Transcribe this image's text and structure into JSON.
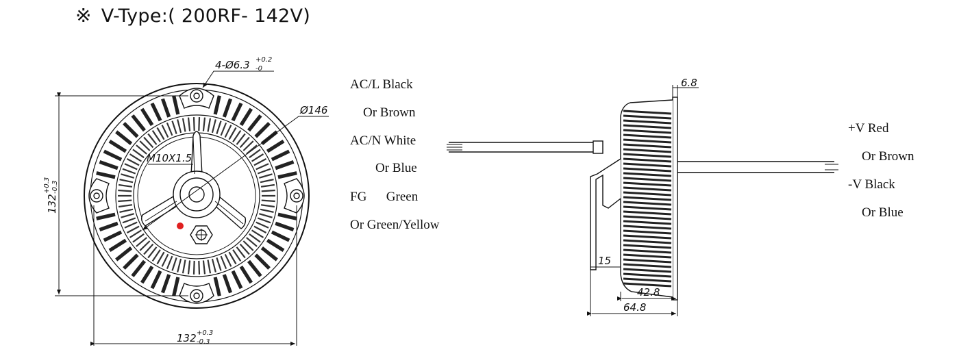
{
  "heading": {
    "mark": "※",
    "title": "V-Type:( 200RF- 142V)"
  },
  "front_view": {
    "hole_callout_main": "4-Ø6.3",
    "hole_callout_tol_upper": "+0.2",
    "hole_callout_tol_lower": "-0",
    "diameter_callout": "Ø146",
    "thread_callout": "M10X1.5",
    "width_dim": "132",
    "width_tol_upper": "+0.3",
    "width_tol_lower": "-0.3",
    "height_dim": "132",
    "height_tol_upper": "+0.3",
    "height_tol_lower": "-0.3",
    "indicator_color": "#e02020"
  },
  "input_wires": [
    {
      "text": "AC/L Black"
    },
    {
      "text": "Or Brown"
    },
    {
      "text": "AC/N White"
    },
    {
      "text": "Or Blue"
    },
    {
      "text": "FG      Green"
    },
    {
      "text": "Or Green/Yellow"
    }
  ],
  "side_view": {
    "top_dim": "6.8",
    "left_dim": "15",
    "body_depth_dim": "42.8",
    "total_depth_dim": "64.8"
  },
  "output_wires": [
    {
      "text": "+V Red"
    },
    {
      "text": "Or Brown"
    },
    {
      "text": "-V Black"
    },
    {
      "text": "Or Blue"
    }
  ]
}
